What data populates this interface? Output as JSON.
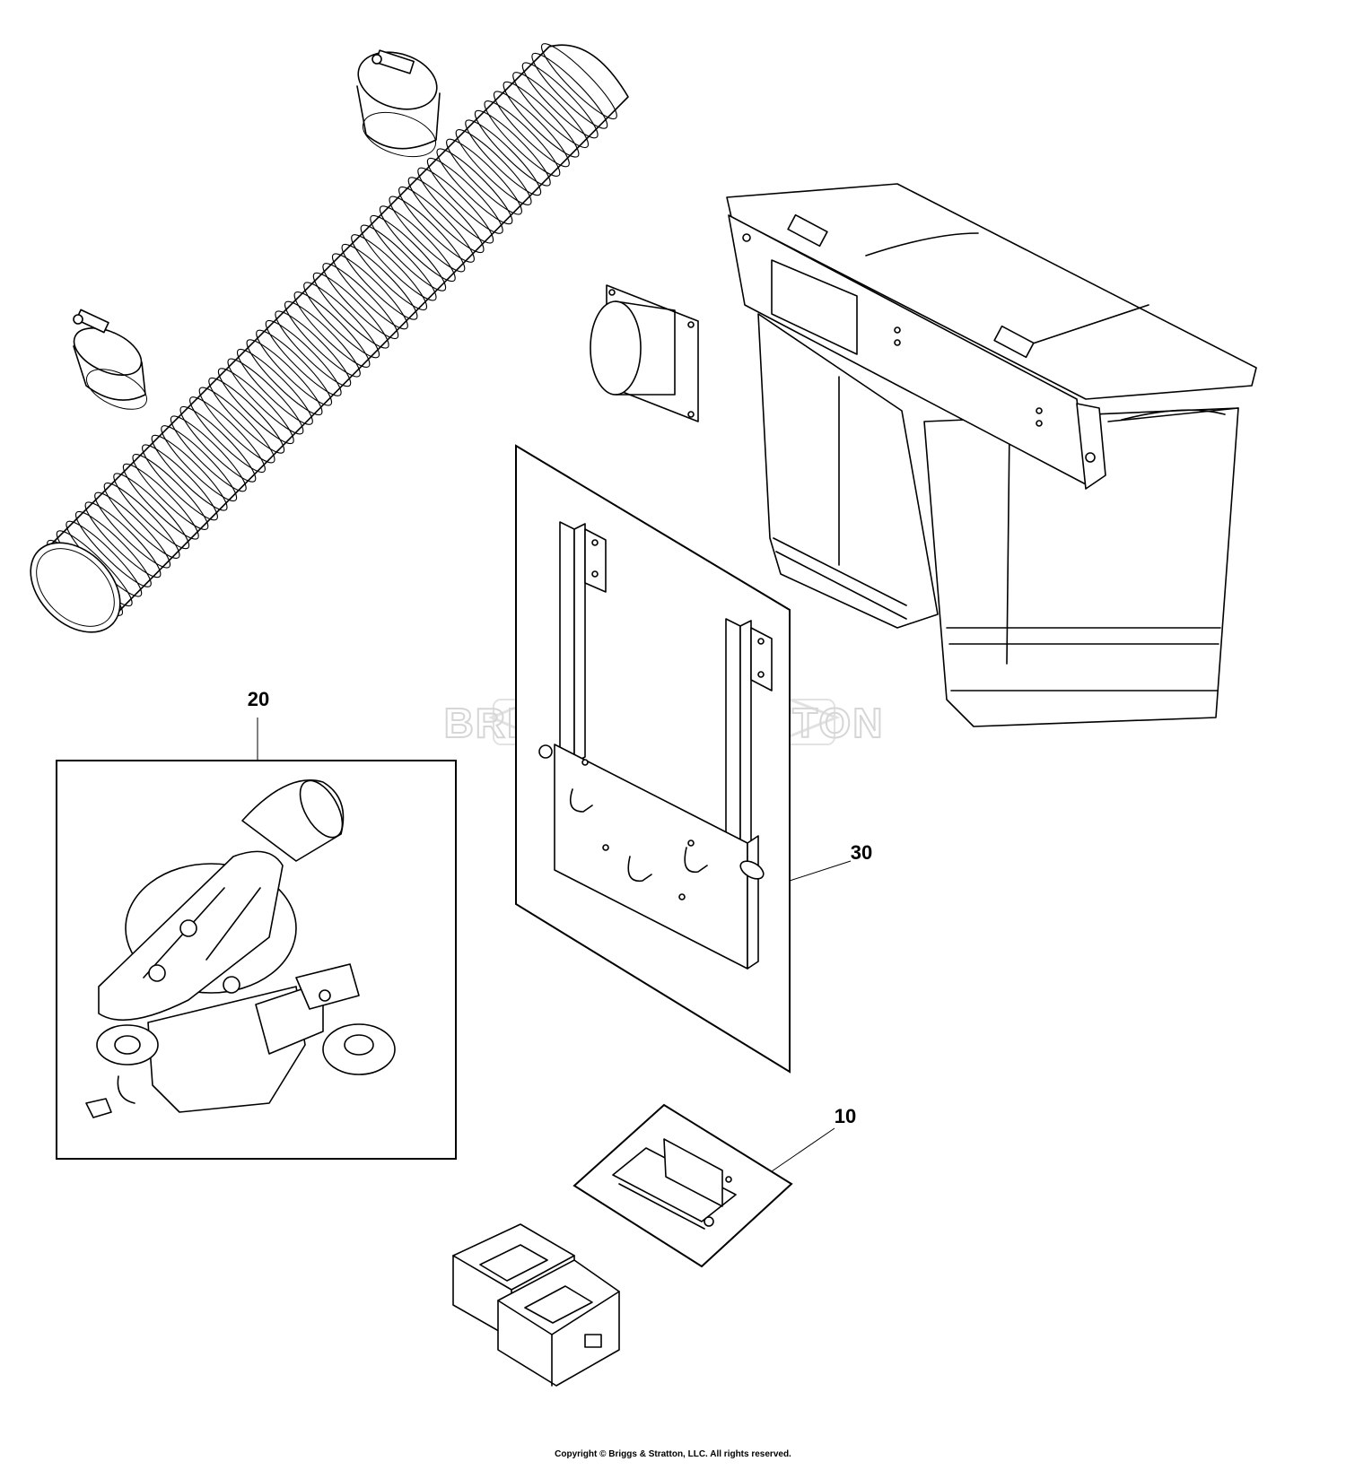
{
  "callouts": {
    "item_10": "10",
    "item_20": "20",
    "item_30": "30"
  },
  "watermark": {
    "brand": "BRIGGS&STRATTON",
    "registered": "®"
  },
  "footer": {
    "copyright": "Copyright © Briggs & Stratton, LLC. All rights reserved."
  }
}
